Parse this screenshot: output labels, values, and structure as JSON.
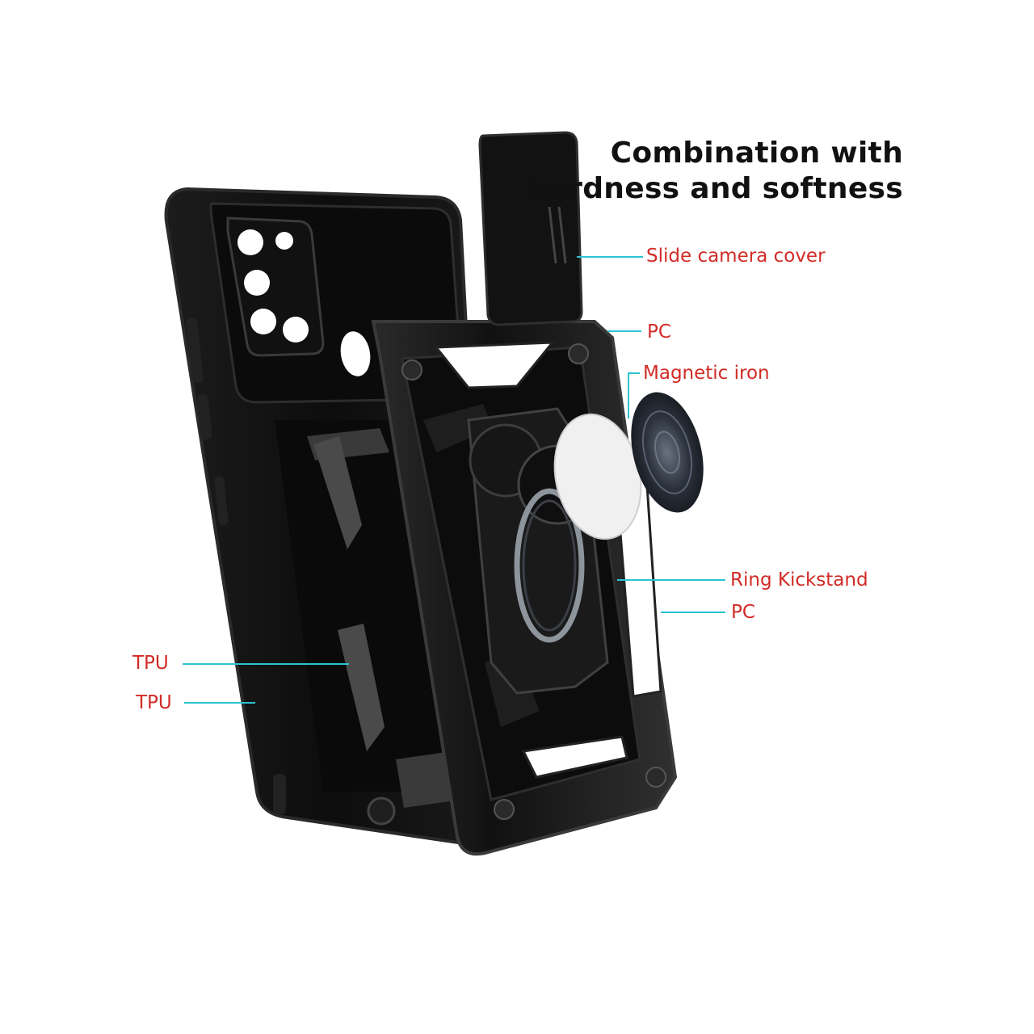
{
  "heading": {
    "line1": "Combination with",
    "line2": "hardness and softness"
  },
  "labels": {
    "slide_camera_cover": "Slide camera cover",
    "pc_top": "PC",
    "magnetic_iron": "Magnetic iron",
    "ring_kickstand": "Ring Kickstand",
    "pc_bottom": "PC",
    "tpu_top": "TPU",
    "tpu_bottom": "TPU"
  },
  "colors": {
    "label_text": "#d22b26",
    "leader_line": "#2bc3d3",
    "heading_text": "#111111",
    "case_body": "#141414",
    "magnet_plate": "#efefef",
    "ring_disc": "#2c323c"
  }
}
